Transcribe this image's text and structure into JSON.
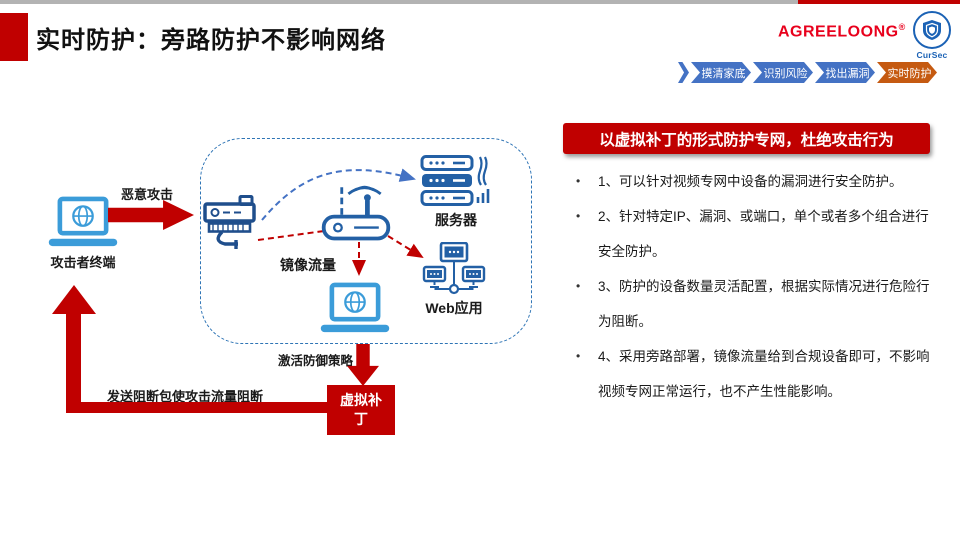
{
  "page": {
    "title": "实时防护：旁路防护不影响网络"
  },
  "brand": {
    "name": "AGREELOONG",
    "reg": "®",
    "logo_text": "CurSec"
  },
  "breadcrumb": {
    "items": [
      {
        "label": "摸清家底",
        "color": "#4472C4"
      },
      {
        "label": "识别风险",
        "color": "#4472C4"
      },
      {
        "label": "找出漏洞",
        "color": "#4472C4"
      },
      {
        "label": "实时防护",
        "color": "#C55A11"
      }
    ]
  },
  "diagram": {
    "attacker_label": "攻击者终端",
    "attack_label": "恶意攻击",
    "mirror_label": "镜像流量",
    "server_label": "服务器",
    "webapp_label": "Web应用",
    "activate_label": "激活防御策略",
    "patch_label": "虚拟补丁",
    "block_label": "发送阻断包使攻击流量阻断"
  },
  "panel": {
    "banner": "以虚拟补丁的形式防护专网，杜绝攻击行为",
    "bullets": [
      "1、可以针对视频专网中设备的漏洞进行安全防护。",
      "2、针对特定IP、漏洞、或端口，单个或者多个组合进行安全防护。",
      "3、防护的设备数量灵活配置，根据实际情况进行危险行为阻断。",
      "4、采用旁路部署，镜像流量给到合规设备即可，不影响视频专网正常运行，也不产生性能影响。"
    ]
  },
  "colors": {
    "accent_red": "#C00000",
    "chevron_blue": "#4472C4",
    "chevron_orange": "#C55A11",
    "icon_blue": "#2360A5",
    "camera_blue": "#1F4E8C",
    "laptop_blue": "#3B9CD9",
    "box_border_blue": "#2E74B5",
    "brand_red": "#E8001C",
    "logo_blue": "#1B62B5"
  },
  "icons": {
    "attacker": "laptop-globe-icon",
    "camera": "cctv-camera-icon",
    "router": "wifi-router-icon",
    "servers": "server-rack-icon",
    "webapp": "monitor-cluster-icon",
    "logo": "shield-badge-icon"
  }
}
